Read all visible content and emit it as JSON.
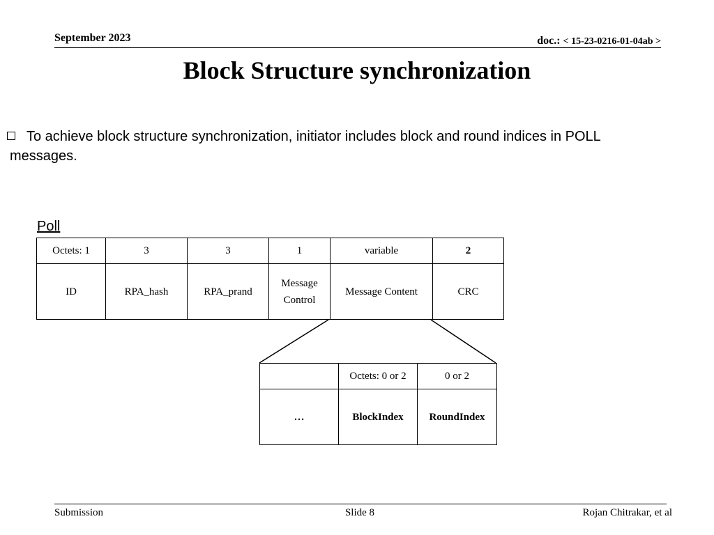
{
  "header": {
    "date": "September 2023",
    "doc_prefix": "doc.: ",
    "doc_number": "< 15-23-0216-01-04ab >"
  },
  "title": "Block Structure synchronization",
  "bullet": {
    "line1": "To achieve block structure synchronization, initiator includes block and round indices in POLL",
    "line2": "messages."
  },
  "poll": {
    "label": "Poll",
    "octets": [
      "Octets: 1",
      "3",
      "3",
      "1",
      "variable",
      "2"
    ],
    "fields": [
      "ID",
      "RPA_hash",
      "RPA_prand",
      "Message Control",
      "Message Content",
      "CRC"
    ]
  },
  "message_content": {
    "octets": [
      "",
      "Octets: 0 or 2",
      "0 or 2"
    ],
    "fields": [
      "…",
      "BlockIndex",
      "RoundIndex"
    ]
  },
  "footer": {
    "left": "Submission",
    "center": "Slide 8",
    "right": "Rojan Chitrakar, et al"
  }
}
